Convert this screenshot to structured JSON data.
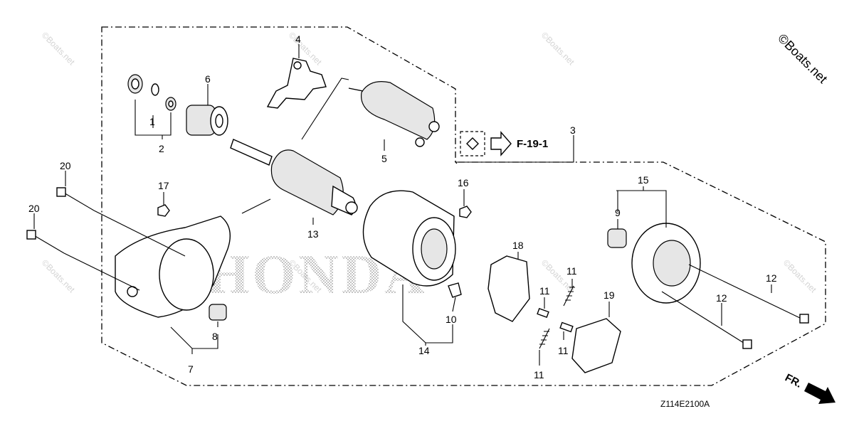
{
  "watermark": {
    "copyright": "©Boats.net",
    "repeat": "©Boats.net"
  },
  "brand_watermark": "HONDA",
  "reference": {
    "label": "F-19-1"
  },
  "diagram_code": "Z114E2100A",
  "direction_label": "FR.",
  "callouts": {
    "c1": "1",
    "c2": "2",
    "c3": "3",
    "c4": "4",
    "c5": "5",
    "c6": "6",
    "c7": "7",
    "c8": "8",
    "c9": "9",
    "c10": "10",
    "c11a": "11",
    "c11b": "11",
    "c11c": "11",
    "c11d": "11",
    "c12a": "12",
    "c12b": "12",
    "c13": "13",
    "c14": "14",
    "c15": "15",
    "c16": "16",
    "c17": "17",
    "c18": "18",
    "c19": "19",
    "c20a": "20",
    "c20b": "20"
  }
}
